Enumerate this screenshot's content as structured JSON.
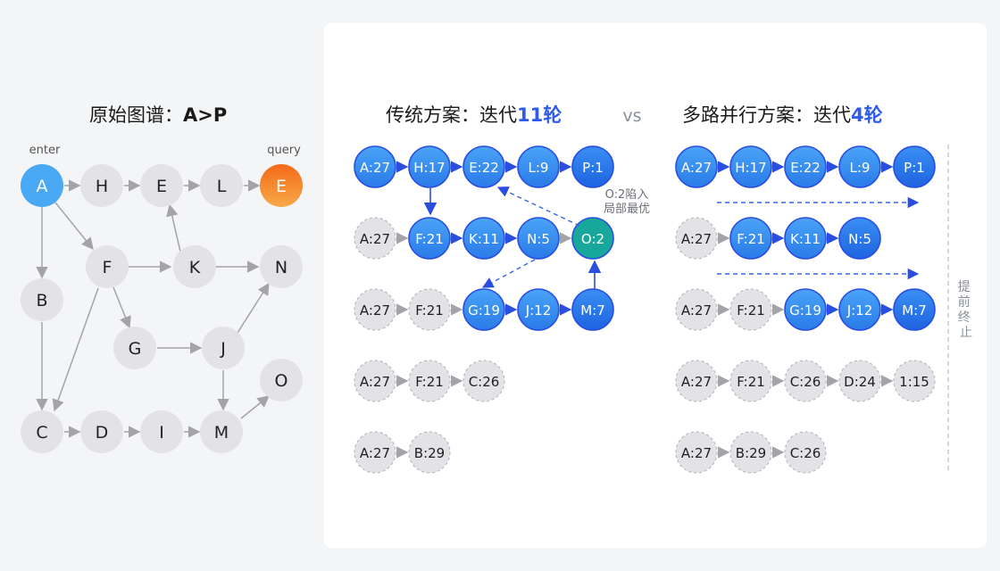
{
  "left": {
    "title": "原始图谱：",
    "title_bold": "A>P",
    "enter_label": "enter",
    "query_label": "query",
    "nodes": [
      "A",
      "H",
      "E",
      "L",
      "E",
      "F",
      "K",
      "N",
      "B",
      "G",
      "J",
      "O",
      "C",
      "D",
      "I",
      "M"
    ]
  },
  "middle": {
    "title": "传统方案：迭代",
    "title_count": "11轮",
    "note_line1": "O:2陷入",
    "note_line2": "局部最优",
    "rows": [
      [
        {
          "t": "A:27",
          "s": "active"
        },
        {
          "t": "H:17",
          "s": "active"
        },
        {
          "t": "E:22",
          "s": "active"
        },
        {
          "t": "L:9",
          "s": "active"
        },
        {
          "t": "P:1",
          "s": "active"
        }
      ],
      [
        {
          "t": "A:27",
          "s": "inactive"
        },
        {
          "t": "F:21",
          "s": "active"
        },
        {
          "t": "K:11",
          "s": "active"
        },
        {
          "t": "N:5",
          "s": "active"
        },
        {
          "t": "O:2",
          "s": "local"
        }
      ],
      [
        {
          "t": "A:27",
          "s": "inactive"
        },
        {
          "t": "F:21",
          "s": "inactive"
        },
        {
          "t": "G:19",
          "s": "active"
        },
        {
          "t": "J:12",
          "s": "active"
        },
        {
          "t": "M:7",
          "s": "active"
        }
      ],
      [
        {
          "t": "A:27",
          "s": "inactive"
        },
        {
          "t": "F:21",
          "s": "inactive"
        },
        {
          "t": "C:26",
          "s": "inactive"
        }
      ],
      [
        {
          "t": "A:27",
          "s": "inactive"
        },
        {
          "t": "B:29",
          "s": "inactive"
        }
      ]
    ]
  },
  "vs_label": "vs",
  "right": {
    "title": "多路并行方案：迭代",
    "title_count": "4轮",
    "early_stop": "提前终止",
    "rows": [
      [
        {
          "t": "A:27",
          "s": "active"
        },
        {
          "t": "H:17",
          "s": "active"
        },
        {
          "t": "E:22",
          "s": "active"
        },
        {
          "t": "L:9",
          "s": "active"
        },
        {
          "t": "P:1",
          "s": "active"
        }
      ],
      [
        {
          "t": "A:27",
          "s": "inactive"
        },
        {
          "t": "F:21",
          "s": "active"
        },
        {
          "t": "K:11",
          "s": "active"
        },
        {
          "t": "N:5",
          "s": "active"
        }
      ],
      [
        {
          "t": "A:27",
          "s": "inactive"
        },
        {
          "t": "F:21",
          "s": "inactive"
        },
        {
          "t": "G:19",
          "s": "active"
        },
        {
          "t": "J:12",
          "s": "active"
        },
        {
          "t": "M:7",
          "s": "active"
        }
      ],
      [
        {
          "t": "A:27",
          "s": "inactive"
        },
        {
          "t": "F:21",
          "s": "inactive"
        },
        {
          "t": "C:26",
          "s": "inactive"
        },
        {
          "t": "D:24",
          "s": "inactive"
        },
        {
          "t": "1:15",
          "s": "inactive"
        }
      ],
      [
        {
          "t": "A:27",
          "s": "inactive"
        },
        {
          "t": "B:29",
          "s": "inactive"
        },
        {
          "t": "C:26",
          "s": "inactive"
        }
      ]
    ]
  },
  "colors": {
    "active_fill": "#2f8af0",
    "active_stroke": "#2a4fe0",
    "inactive_fill": "#e3e3e7",
    "local_fill": "#18a79b",
    "enter_fill": "#4aa9f5",
    "query_fill": "#f5821f",
    "accent": "#2f5bea"
  }
}
